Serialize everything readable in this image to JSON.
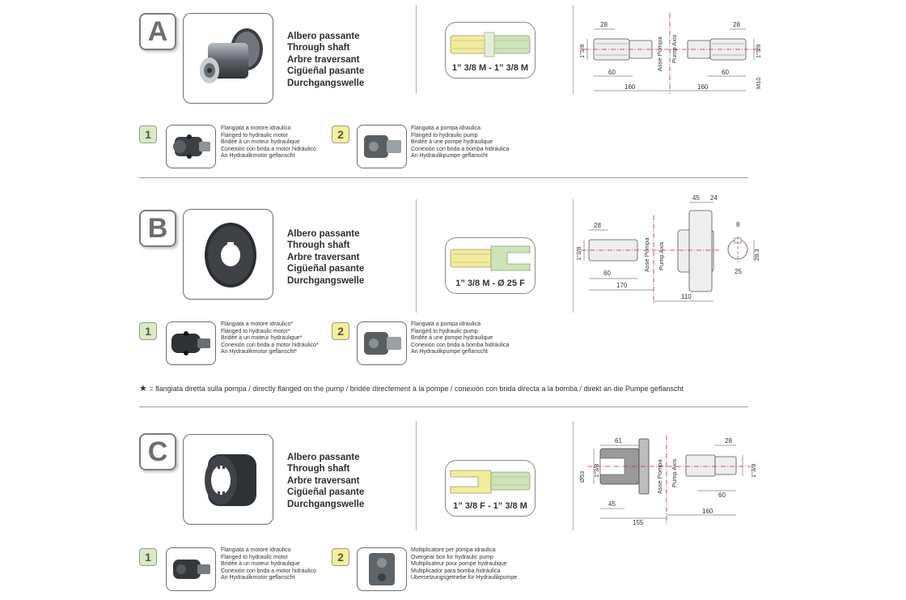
{
  "sections": [
    {
      "letter": "A",
      "names": [
        "Albero passante",
        "Through shaft",
        "Arbre traversant",
        "Cigüeñal pasante",
        "Durchgangswelle"
      ],
      "shaft_label": "1” 3/8 M - 1” 3/8 M",
      "options": [
        {
          "num": "1",
          "lines": [
            "Flangiata a motore idraulico",
            "Flanged to hydraulic motor",
            "Bridée à un moteur hydraulique",
            "Conexión con brida a motor hidráulico",
            "An Hydraulikmotor geflanscht"
          ]
        },
        {
          "num": "2",
          "lines": [
            "Flangiata a pompa idraulica",
            "Flanged to hydraulic pump",
            "Bridée à une pompe hydraulique",
            "Conexión con brida a bomba hidráulica",
            "An Hydraulikpumpe geflanscht"
          ]
        }
      ],
      "dims": {
        "d28a": "28",
        "d28b": "28",
        "d38a": "1\"3/8",
        "d38b": "1\"3/8",
        "d60a": "60",
        "d60b": "60",
        "d160a": "160",
        "d160b": "160",
        "m10": "M10",
        "asse": "Asse Pompa",
        "axis": "Pump Axis"
      }
    },
    {
      "letter": "B",
      "names": [
        "Albero passante",
        "Through shaft",
        "Arbre traversant",
        "Cigüeñal pasante",
        "Durchgangswelle"
      ],
      "shaft_label": "1” 3/8 M  - Ø 25 F",
      "options": [
        {
          "num": "1",
          "lines": [
            "Flangiata a motore idraulico*",
            "Flanged to hydraulic motor*",
            "Bridée à un moteur hydraulique*",
            "Conexión con brida a motor hidráulico*",
            "An Hydraulikmotor geflanscht*"
          ]
        },
        {
          "num": "2",
          "lines": [
            "Flangiata a pompa idraulica",
            "Flanged to hydraulic pump",
            "Bridée à une pompe hydraulique",
            "Conexión con brida a bomba hidráulica",
            "An Hydraulikpumpe geflanscht"
          ]
        }
      ],
      "dims": {
        "d45": "45",
        "d24": "24",
        "d28": "28",
        "d8": "8",
        "d38": "1\"3/8",
        "d283": "28.3",
        "d60": "60",
        "d25": "25",
        "d170": "170",
        "d110": "110",
        "asse": "Asse Pompa",
        "axis": "Pump Axis"
      }
    },
    {
      "letter": "C",
      "names": [
        "Albero passante",
        "Through shaft",
        "Arbre traversant",
        "Cigüeñal pasante",
        "Durchgangswelle"
      ],
      "shaft_label": "1” 3/8 F - 1” 3/8 M",
      "options": [
        {
          "num": "1",
          "lines": [
            "Flangiata a motore idraulico",
            "Flanged to hydraulic motor",
            "Bridée à un moteur hydraulique",
            "Conexión con brida a motor hidráulico",
            "An Hydraulikmotor geflanscht"
          ]
        },
        {
          "num": "2",
          "lines": [
            "Moltiplicatore per pompa idraulica",
            "Overgear box for hydraulic pump",
            "Multiplicateur pour pompe hydraulique",
            "Multiplicador para bomba hidráulica",
            "Übersetzungsgetriebe für Hydraulikpumpe"
          ]
        }
      ],
      "dims": {
        "d61": "61",
        "d28": "28",
        "d53": "Ø53",
        "d38a": "1\"3/8",
        "d38b": "1\"3/8",
        "d45": "45",
        "d60": "60",
        "d155": "155",
        "d160": "160",
        "asse": "Asse Pompa",
        "axis": "Pump Axis"
      }
    }
  ],
  "footnote": {
    "star": "★",
    "text": "= flangiata diretta sulla pompa / directly flanged on the pump / bridée directement à la pompe / conexión con brida directa a la bomba / direkt an die Pumpe geflanscht"
  },
  "colors": {
    "yellow_spline": "#f3eb9d",
    "green_spline": "#cfe3b9",
    "red_axis": "#d0242b",
    "badge_green": "#d8ebc3",
    "badge_yellow": "#f7ef95"
  }
}
